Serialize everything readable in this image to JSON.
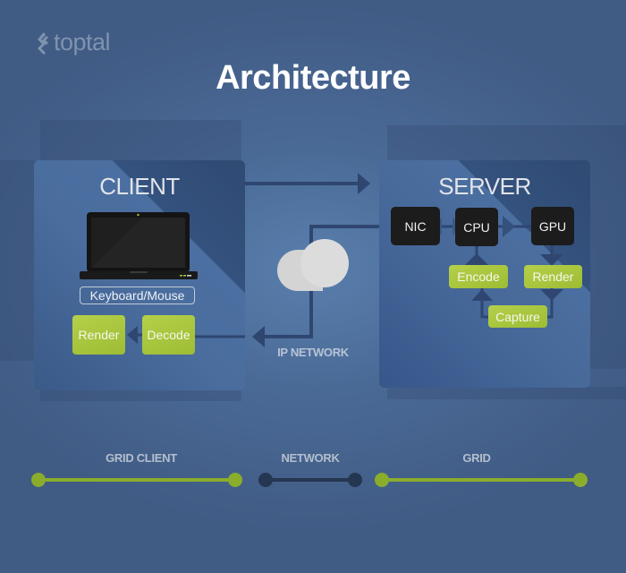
{
  "logo": {
    "text": "toptal",
    "icon": "toptal-logo-icon"
  },
  "title": "Architecture",
  "client": {
    "heading": "CLIENT",
    "device_icon": "laptop-icon",
    "input_label": "Keyboard/Mouse",
    "blocks": [
      {
        "label": "Render"
      },
      {
        "label": "Decode"
      }
    ]
  },
  "network": {
    "label": "IP NETWORK",
    "icon": "cloud-icon"
  },
  "server": {
    "heading": "SERVER",
    "hardware": [
      {
        "label": "NIC"
      },
      {
        "label": "CPU"
      },
      {
        "label": "GPU"
      }
    ],
    "stages": [
      {
        "label": "Encode"
      },
      {
        "label": "Render"
      },
      {
        "label": "Capture"
      }
    ]
  },
  "timeline": {
    "segments": [
      {
        "label": "GRID CLIENT",
        "color": "#8aad2c"
      },
      {
        "label": "NETWORK",
        "color": "#253650"
      },
      {
        "label": "GRID",
        "color": "#8aad2c"
      }
    ]
  },
  "colors": {
    "background": "#4a6a96",
    "accent_green": "#a5c13b",
    "chip_black": "#1c1c1c",
    "arrow": "#2e4670"
  }
}
